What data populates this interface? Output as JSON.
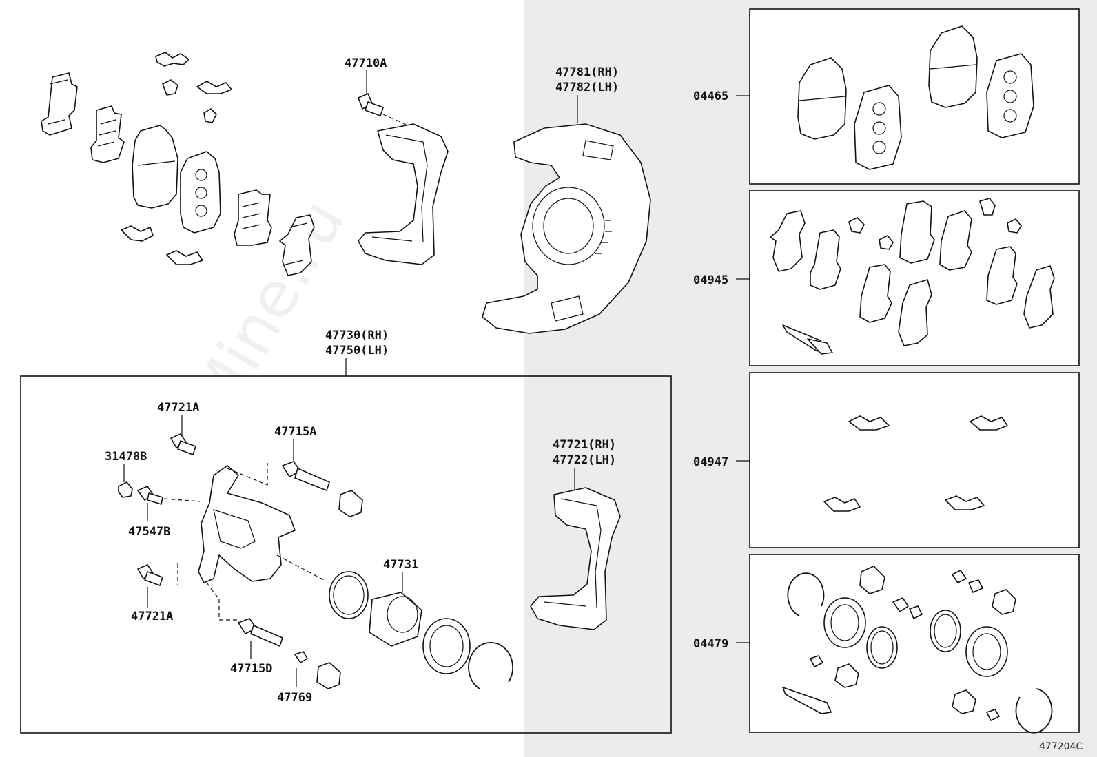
{
  "diagram": {
    "watermark": "ToyotaCarMine.ru",
    "figure_code": "477204C",
    "labels": {
      "p47710A": "47710A",
      "p47781": "47781(RH)",
      "p47782": "47782(LH)",
      "p47730": "47730(RH)",
      "p47750": "47750(LH)",
      "p47721A_top": "47721A",
      "p47715A": "47715A",
      "p31478B": "31478B",
      "p47547B": "47547B",
      "p47721A_bottom": "47721A",
      "p47731": "47731",
      "p47715D": "47715D",
      "p47769": "47769",
      "p47721": "47721(RH)",
      "p47722": "47722(LH)"
    },
    "kits": [
      {
        "code": "04465"
      },
      {
        "code": "04945"
      },
      {
        "code": "04947"
      },
      {
        "code": "04479"
      }
    ]
  }
}
